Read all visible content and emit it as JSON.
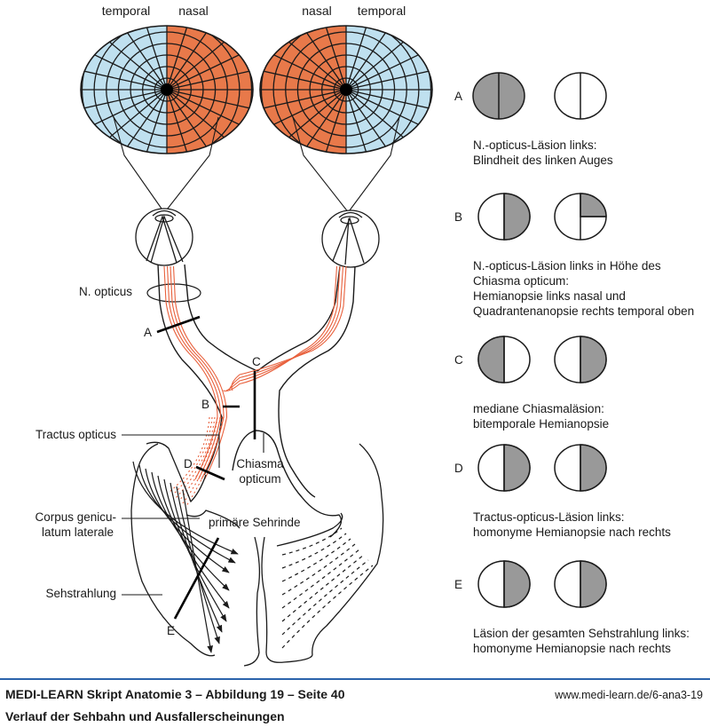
{
  "colors": {
    "temporal_field": "#bfe0ef",
    "nasal_field": "#e8794a",
    "fiber": "#e8603c",
    "lesion_gray": "#999999",
    "footer_rule": "#2b63ab",
    "outline": "#1a1a1a"
  },
  "eyes": {
    "left": {
      "label_left": "temporal",
      "label_right": "nasal"
    },
    "right": {
      "label_left": "nasal",
      "label_right": "temporal"
    }
  },
  "anatomy_labels": {
    "n_opticus": "N. opticus",
    "tractus_opticus": "Tractus opticus",
    "chiasma_line1": "Chiasma",
    "chiasma_line2": "opticum",
    "corpus_line1": "Corpus genicu-",
    "corpus_line2": "latum laterale",
    "primaere_sehrinde": "primäre Sehrinde",
    "sehstrahlung": "Sehstrahlung"
  },
  "lesion_markers": [
    "A",
    "B",
    "C",
    "D",
    "E"
  ],
  "lesions": [
    {
      "id": "A",
      "left_eye_deficit": "full",
      "right_eye_deficit": "none",
      "description": [
        "N.-opticus-Läsion links:",
        "Blindheit des linken Auges"
      ]
    },
    {
      "id": "B",
      "left_eye_deficit": "right-half",
      "right_eye_deficit": "upper-right-quadrant",
      "description": [
        "N.-opticus-Läsion links in Höhe des",
        "Chiasma opticum:",
        "Hemianopsie links nasal und",
        "Quadrantenanopsie rechts temporal oben"
      ]
    },
    {
      "id": "C",
      "left_eye_deficit": "left-half",
      "right_eye_deficit": "right-half",
      "description": [
        "mediane Chiasmaläsion:",
        "bitemporale Hemianopsie"
      ]
    },
    {
      "id": "D",
      "left_eye_deficit": "right-half",
      "right_eye_deficit": "right-half",
      "description": [
        "Tractus-opticus-Läsion links:",
        "homonyme Hemianopsie nach rechts"
      ]
    },
    {
      "id": "E",
      "left_eye_deficit": "right-half",
      "right_eye_deficit": "right-half",
      "description": [
        "Läsion der gesamten Sehstrahlung links:",
        "homonyme Hemianopsie nach rechts"
      ]
    }
  ],
  "footer": {
    "title": "MEDI-LEARN Skript Anatomie 3 – Abbildung 19 – Seite 40",
    "subtitle": "Verlauf der Sehbahn und Ausfallerscheinungen",
    "url": "www.medi-learn.de/6-ana3-19"
  }
}
